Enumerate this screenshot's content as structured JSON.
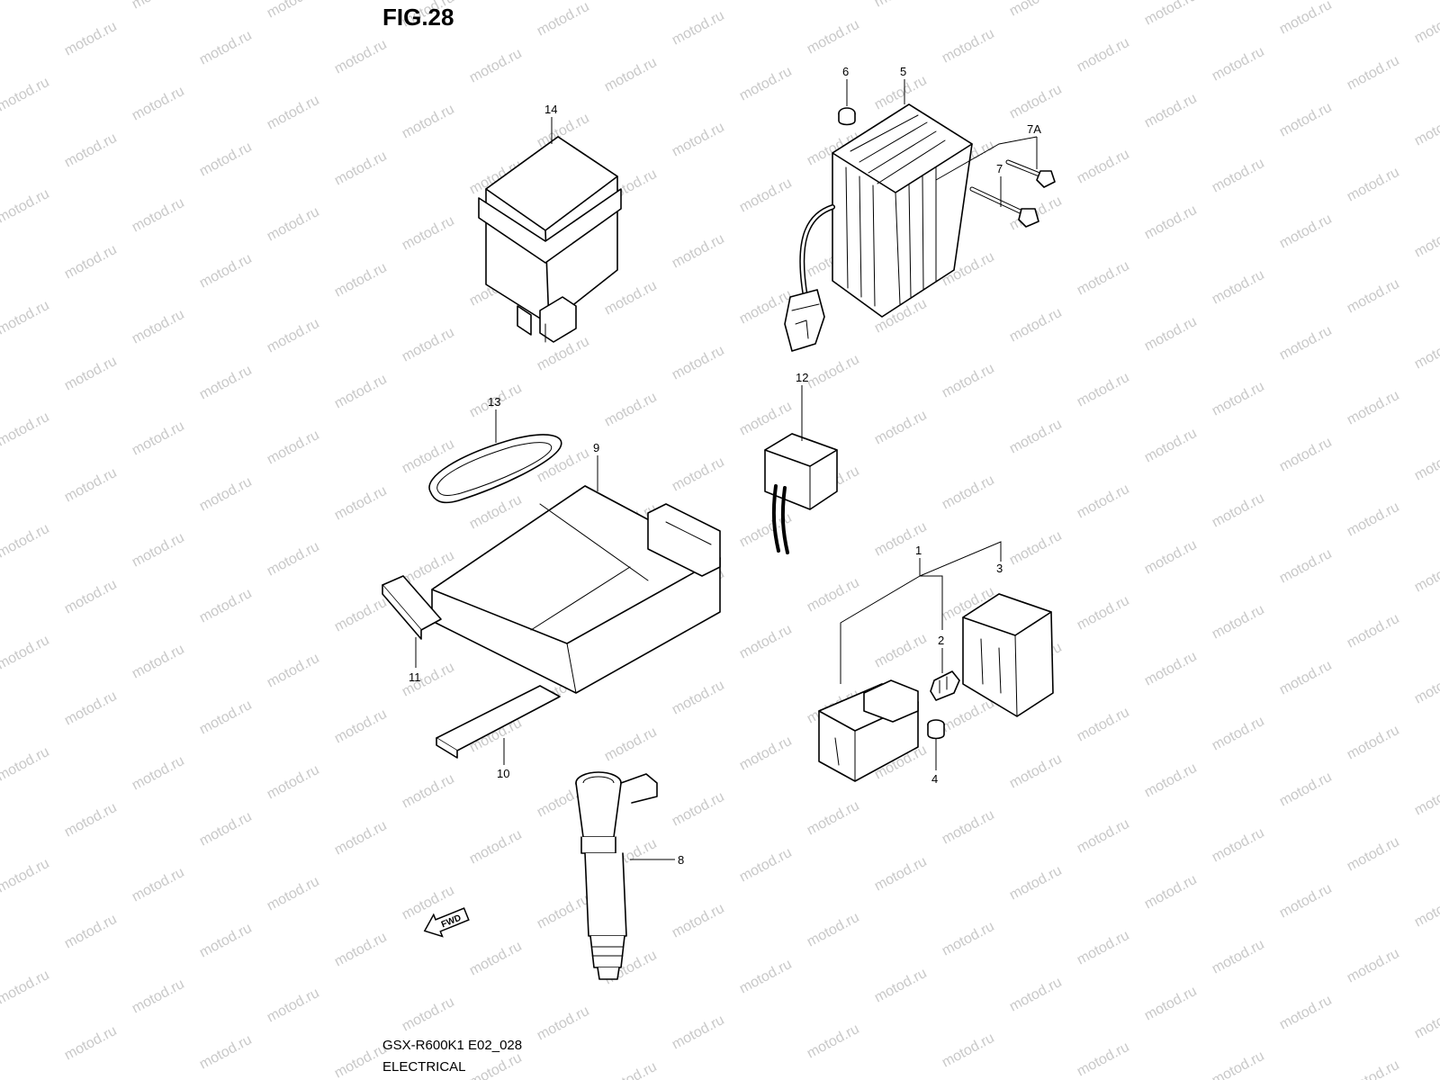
{
  "figure_label": "FIG.28",
  "model_code": "GSX-R600K1 E02_028",
  "section_name": "ELECTRICAL",
  "watermark_text": "motod.ru",
  "direction_marker": "FWD",
  "callouts": {
    "c1": "1",
    "c2": "2",
    "c3": "3",
    "c4": "4",
    "c5": "5",
    "c6": "6",
    "c7": "7",
    "c7a": "7A",
    "c8": "8",
    "c9": "9",
    "c10": "10",
    "c11": "11",
    "c12": "12",
    "c13": "13",
    "c14": "14"
  }
}
